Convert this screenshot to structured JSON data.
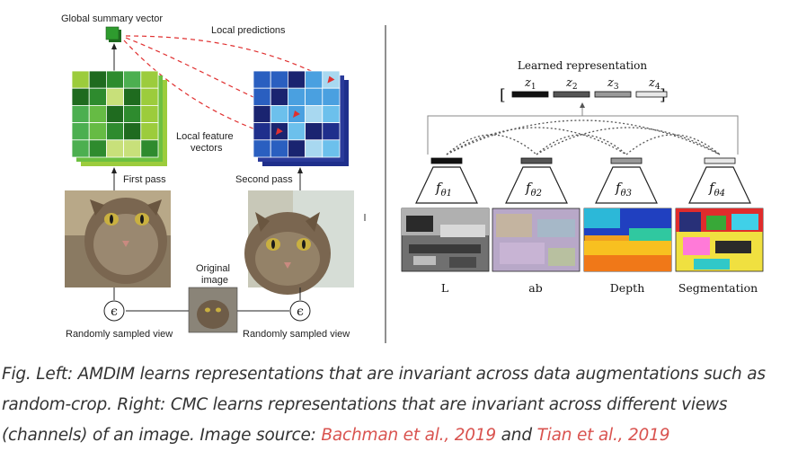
{
  "left": {
    "global_summary_label": "Global summary vector",
    "local_predictions_label": "Local predictions",
    "local_feature_label_1": "Local feature",
    "local_feature_label_2": "vectors",
    "first_pass_label": "First pass",
    "second_pass_label": "Second pass",
    "original_image_label_1": "Original",
    "original_image_label_2": "image",
    "random_view_left_label": "Randomly sampled view",
    "random_view_right_label": "Randomly sampled view",
    "epsilon_symbol": "ϵ"
  },
  "right": {
    "learned_rep_label": "Learned representation",
    "bracket_open": "[",
    "bracket_close": "]",
    "z_labels": [
      "z1",
      "z2",
      "z3",
      "z4"
    ],
    "encoders": [
      "θ1",
      "θ2",
      "θ3",
      "θ4"
    ],
    "view_labels": [
      "L",
      "ab",
      "Depth",
      "Segmentation"
    ]
  },
  "caption": {
    "text": "Fig. Left: AMDIM learns representations that are invariant across data augmentations such as random-crop. Right: CMC learns representations that are invariant across different views (channels) of an image. Image source: ",
    "link1": "Bachman et al., 2019",
    "connector": " and ",
    "link2": "Tian et al., 2019"
  },
  "colors": {
    "link": "#d9534f",
    "green_dark": "#2e8b2e",
    "green_light": "#9ccc3c",
    "blue_dark": "#1f2f8c",
    "blue_light": "#a8d8f0",
    "arrow_red": "#e03030"
  }
}
